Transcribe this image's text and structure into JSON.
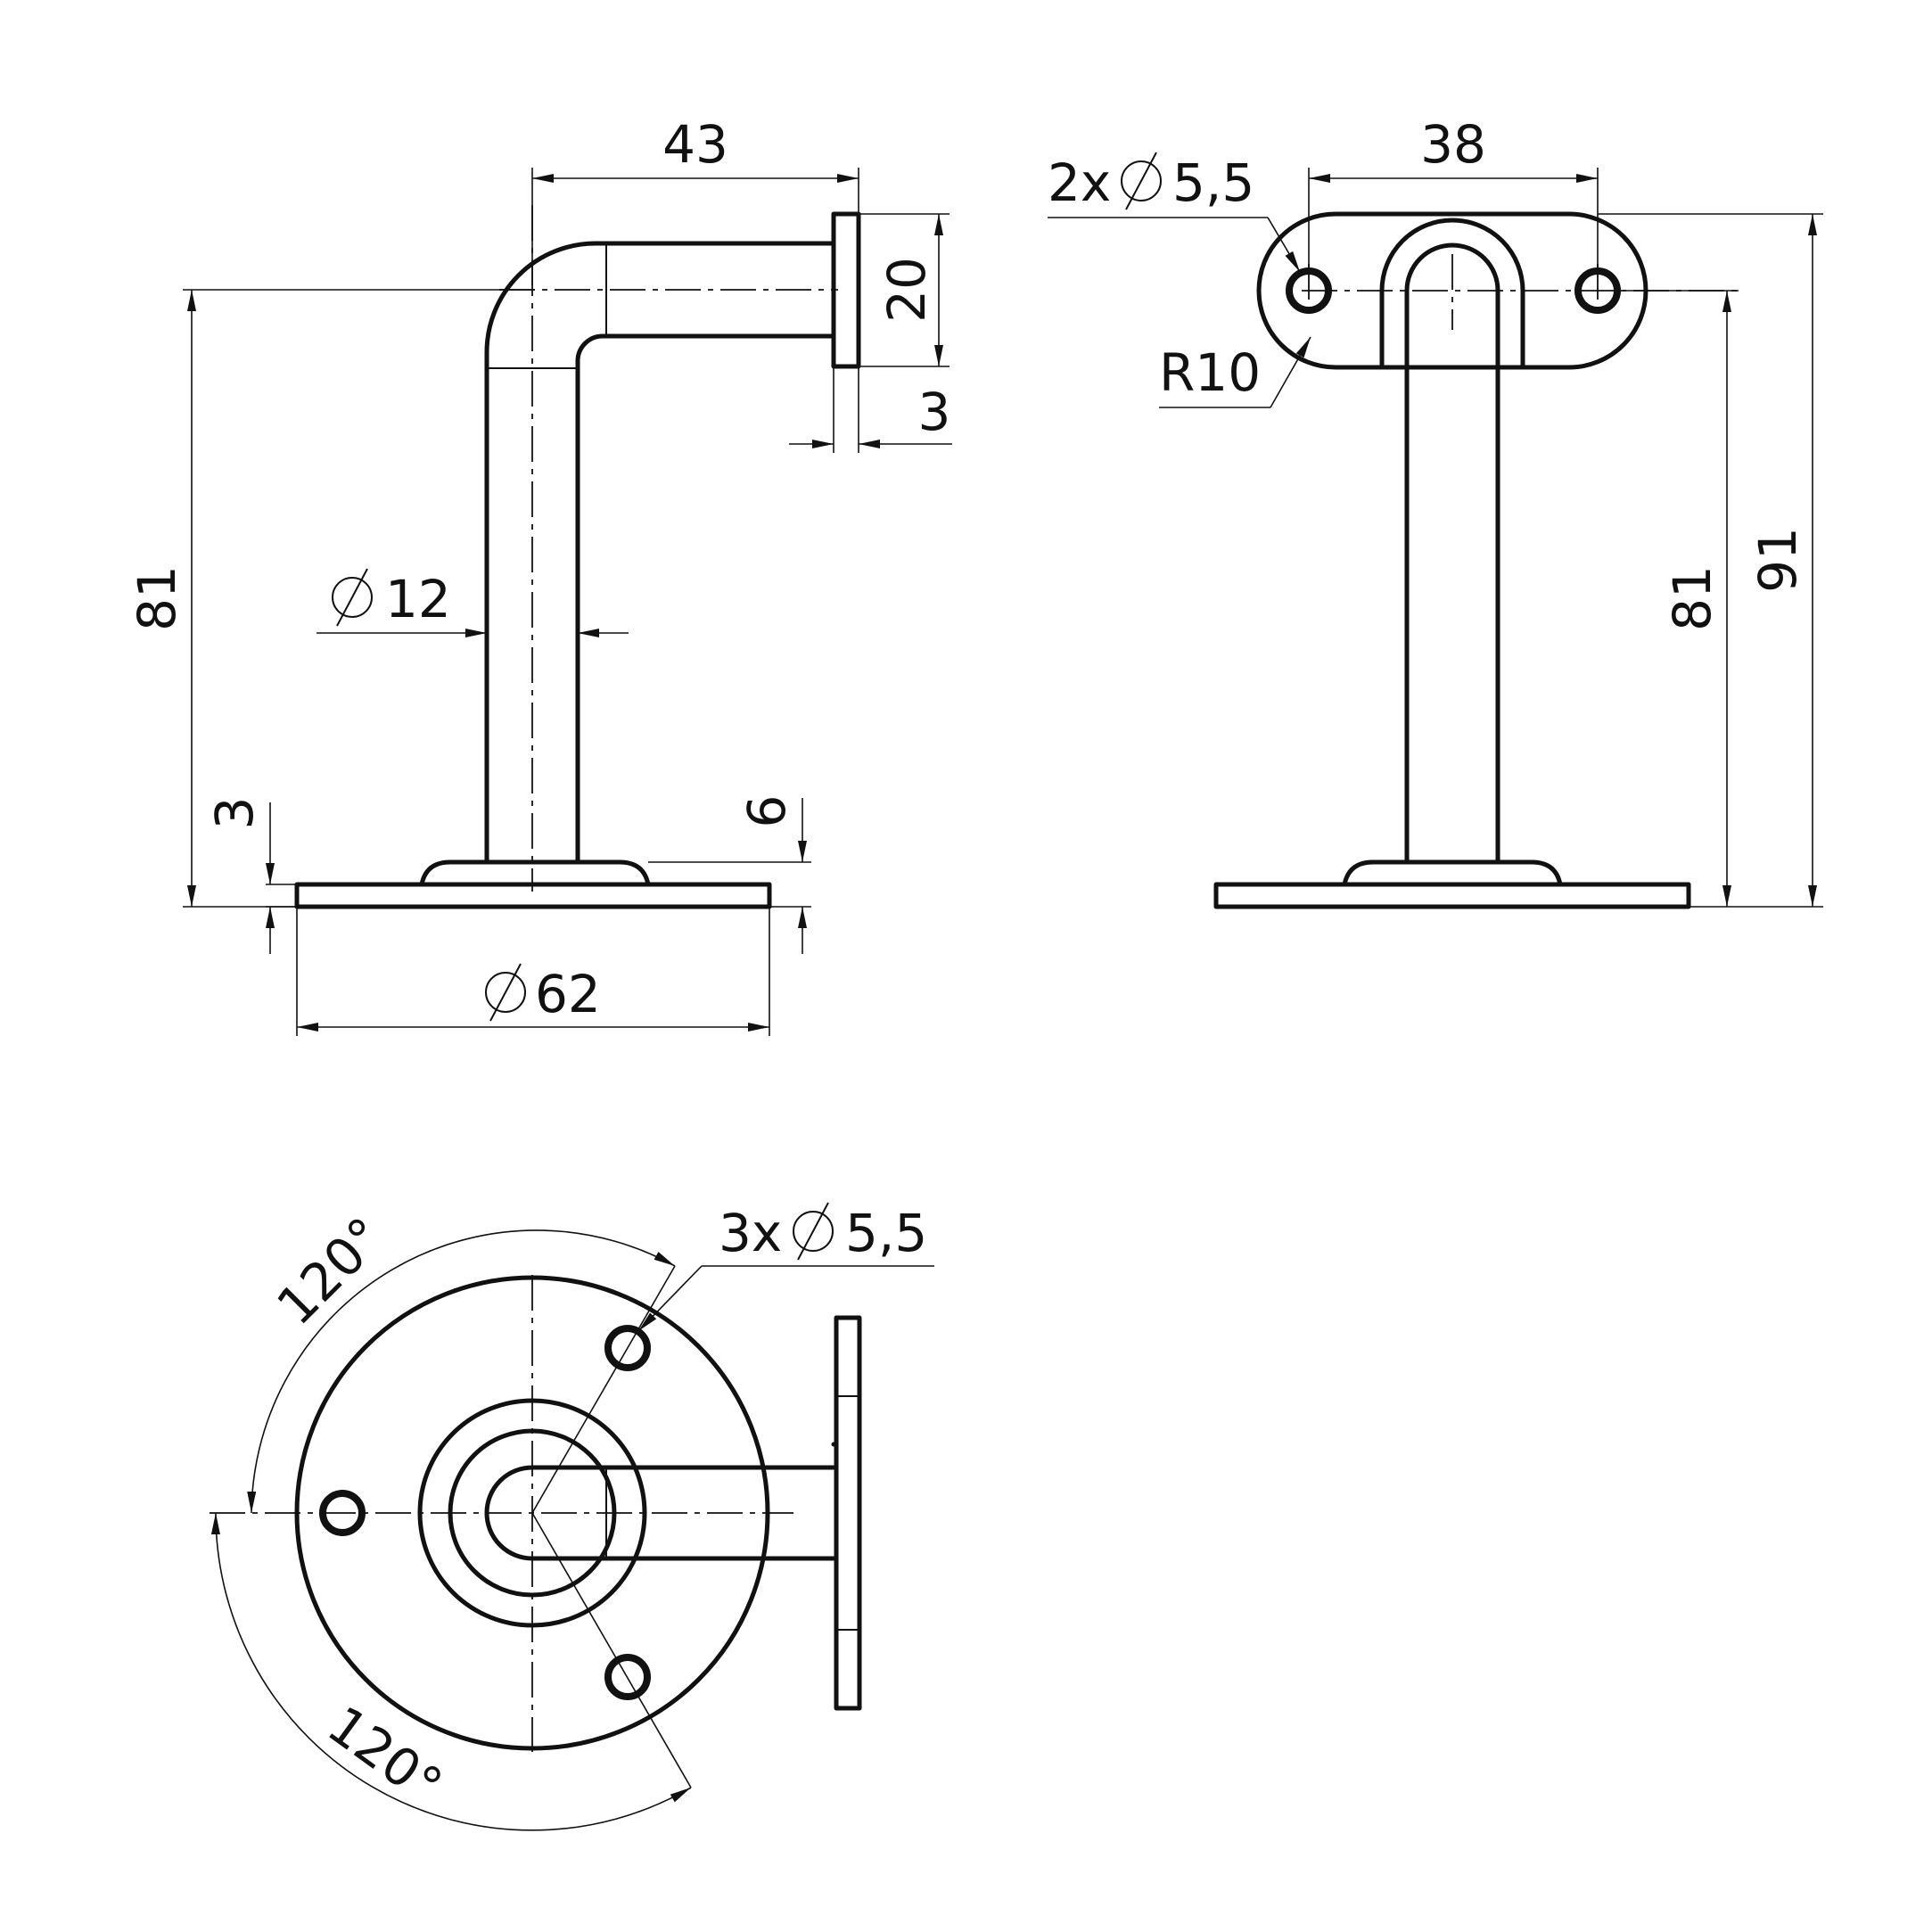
{
  "side_view": {
    "width_43": "43",
    "height_20": "20",
    "thickness_3": "3",
    "height_81": "81",
    "tube_diameter": "12",
    "base_thickness_3": "3",
    "boss_height_6": "6",
    "base_diameter": "62"
  },
  "front_view": {
    "hole_spacing_38": "38",
    "holes_callout": "2x",
    "holes_diameter": "5,5",
    "radius_callout": "R10",
    "height_81": "81",
    "height_91": "91"
  },
  "top_view": {
    "holes_callout": "3x",
    "holes_diameter": "5,5",
    "angle_upper": "120°",
    "angle_lower": "120°"
  }
}
